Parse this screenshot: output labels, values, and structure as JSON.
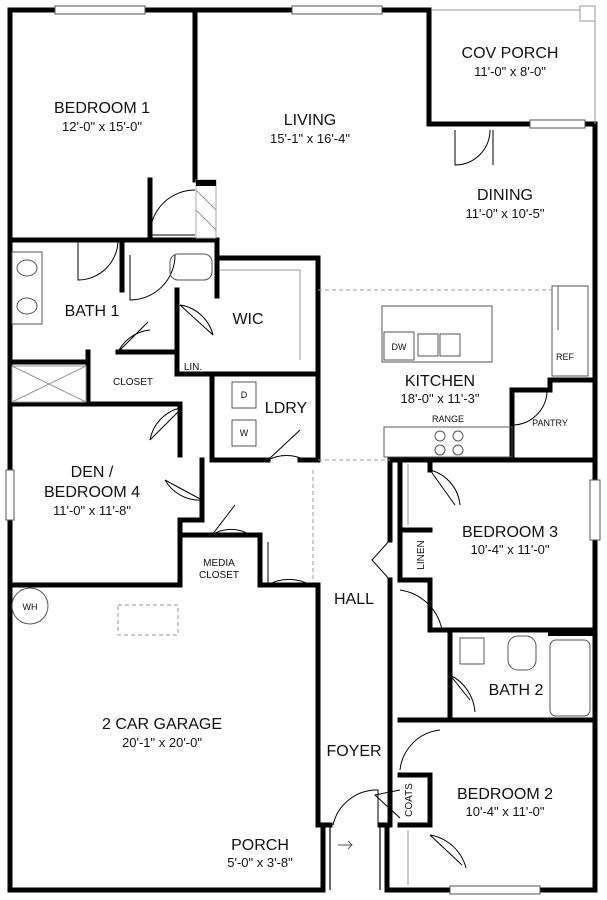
{
  "rooms": {
    "bedroom1": {
      "name": "BEDROOM 1",
      "dim": "12'-0\" x 15'-0\""
    },
    "living": {
      "name": "LIVING",
      "dim": "15'-1\" x 16'-4\""
    },
    "cov_porch": {
      "name": "COV PORCH",
      "dim": "11'-0\" x 8'-0\""
    },
    "dining": {
      "name": "DINING",
      "dim": "11'-0\" x 10'-5\""
    },
    "bath1": {
      "name": "BATH 1"
    },
    "wic": {
      "name": "WIC"
    },
    "closet": {
      "name": "CLOSET"
    },
    "lin": {
      "name": "LIN."
    },
    "ldry": {
      "name": "LDRY"
    },
    "kitchen": {
      "name": "KITCHEN",
      "dim": "18'-0\" x 11'-3\""
    },
    "den": {
      "name_line1": "DEN /",
      "name_line2": "BEDROOM 4",
      "dim": "11'-0\" x 11'-8\""
    },
    "media_closet": {
      "line1": "MEDIA",
      "line2": "CLOSET"
    },
    "bedroom3": {
      "name": "BEDROOM 3",
      "dim": "10'-4\" x 11'-0\""
    },
    "linen": {
      "name": "LINEN"
    },
    "hall": {
      "name": "HALL"
    },
    "bath2": {
      "name": "BATH 2"
    },
    "garage": {
      "name": "2 CAR GARAGE",
      "dim": "20'-1\" x 20'-0\""
    },
    "foyer": {
      "name": "FOYER"
    },
    "coats": {
      "name": "COATS"
    },
    "bedroom2": {
      "name": "BEDROOM 2",
      "dim": "10'-4\" x 11'-0\""
    },
    "porch": {
      "name": "PORCH",
      "dim": "5'-0\" x 3'-8\""
    }
  },
  "fixtures": {
    "wh": "WH",
    "dw": "DW",
    "ref": "REF",
    "pantry": "PANTRY",
    "range": "RANGE",
    "dryer": "D",
    "washer": "W"
  }
}
